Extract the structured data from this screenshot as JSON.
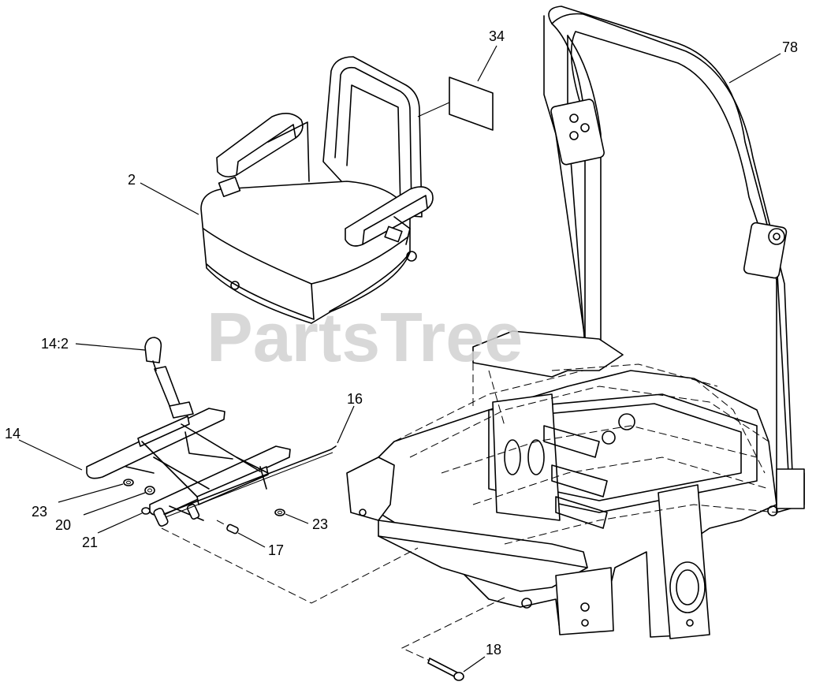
{
  "watermark": "PartsTree",
  "callouts": {
    "seat": "2",
    "decal": "34",
    "rops": "78",
    "latch_lever": "14:2",
    "seat_plate": "14",
    "rod": "16",
    "nut_left": "23",
    "nut_right": "23",
    "bushing": "20",
    "spacer": "21",
    "pin": "17",
    "bolt": "18"
  }
}
